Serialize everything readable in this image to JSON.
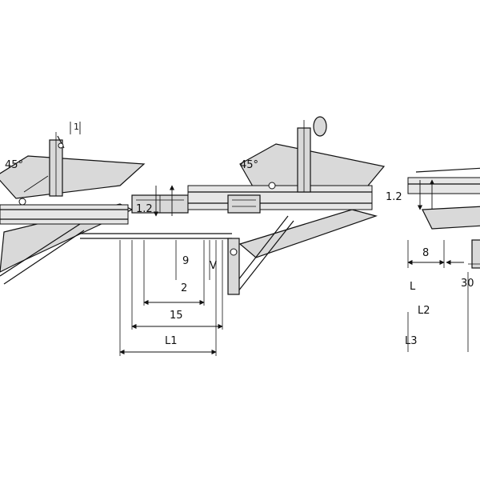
{
  "diagram": {
    "labels": {
      "angle_left": "45°",
      "angle_mid": "45°",
      "small_top": "1",
      "dim_left_mid": "1.2",
      "dim_right_mid": "1.2",
      "dim_9": "9",
      "dim_v": "V",
      "dim_2": "2",
      "dim_15": "15",
      "dim_l1": "L1",
      "dim_l": "L",
      "dim_l2": "L2",
      "dim_l3": "L3",
      "dim_8": "8",
      "dim_30": "30"
    },
    "colors": {
      "part_fill": "#d9d9d9",
      "stroke": "#111111",
      "background": "#ffffff"
    }
  }
}
